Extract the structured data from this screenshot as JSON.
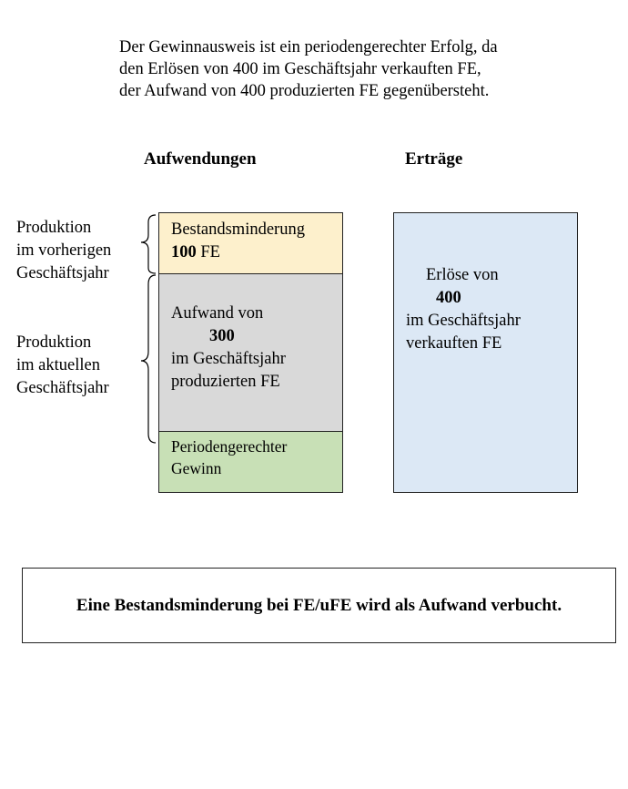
{
  "intro": {
    "line1": "Der Gewinnausweis ist ein periodengerechter Erfolg, da",
    "line2": "den Erlösen von 400 im Geschäftsjahr verkauften FE,",
    "line3": "der Aufwand von 400 produzierten FE gegenübersteht."
  },
  "columns": {
    "left": "Aufwendungen",
    "right": "Erträge"
  },
  "brackets": {
    "previous": [
      "Produktion",
      "im vorherigen",
      "Geschäftsjahr"
    ],
    "current": [
      "Produktion",
      "im aktuellen",
      "Geschäftsjahr"
    ]
  },
  "expenses": {
    "decrease": {
      "label": "Bestandsminderung",
      "value": "100",
      "unit": "FE",
      "color": "#fdf0cc"
    },
    "expense": {
      "line1": "Aufwand von",
      "value": "300",
      "line3": "im Geschäftsjahr",
      "line4": "produzierten FE",
      "color": "#d9d9d9"
    },
    "profit": {
      "line1": "Periodengerechter",
      "line2": "Gewinn",
      "color": "#c8e0b6"
    }
  },
  "revenue": {
    "line1": "Erlöse von",
    "value": "400",
    "line3": "im Geschäftsjahr",
    "line4": "verkauften FE",
    "color": "#dce8f5"
  },
  "note": "Eine Bestandsminderung bei FE/uFE wird als Aufwand verbucht."
}
